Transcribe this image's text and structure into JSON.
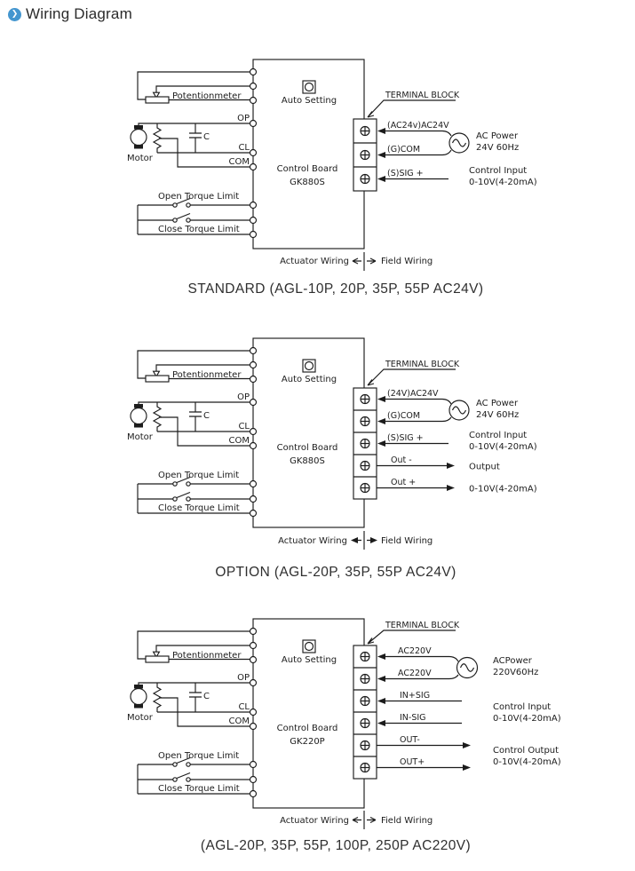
{
  "header": {
    "title": "Wiring Diagram"
  },
  "colors": {
    "accent": "#4496cf",
    "ink": "#1c1c1c"
  },
  "diagrams": [
    {
      "caption": "STANDARD (AGL-10P, 20P, 35P, 55P  AC24V)",
      "left": {
        "potentiometer": "Potentionmeter",
        "motor": "Motor",
        "capacitor": "C",
        "op": "OP",
        "cl": "CL",
        "com": "COM",
        "open_torque": "Open Torque Limit",
        "close_torque": "Close Torque Limit"
      },
      "board": {
        "auto_setting": "Auto Setting",
        "name": "Control Board",
        "model": "GK880S"
      },
      "terminal_block_label": "TERMINAL BLOCK",
      "rows": [
        "(AC24v)AC24V",
        "(G)COM",
        "(S)SIG +"
      ],
      "notes": {
        "power1": "AC Power",
        "power2": "24V 60Hz",
        "input1": "Control Input",
        "input2": "0-10V(4-20mA)"
      },
      "footer": {
        "actuator": "Actuator Wiring",
        "field": "Field Wiring"
      }
    },
    {
      "caption": "OPTION (AGL-20P, 35P, 55P  AC24V)",
      "left": {
        "potentiometer": "Potentionmeter",
        "motor": "Motor",
        "capacitor": "C",
        "op": "OP",
        "cl": "CL",
        "com": "COM",
        "open_torque": "Open Torque Limit",
        "close_torque": "Close Torque Limit"
      },
      "board": {
        "auto_setting": "Auto Setting",
        "name": "Control Board",
        "model": "GK880S"
      },
      "terminal_block_label": "TERMINAL BLOCK",
      "rows": [
        "(24V)AC24V",
        "(G)COM",
        "(S)SIG +",
        "Out -",
        "Out +"
      ],
      "notes": {
        "power1": "AC Power",
        "power2": "24V 60Hz",
        "input1": "Control Input",
        "input2": "0-10V(4-20mA)",
        "output1": "Output",
        "output2": "0-10V(4-20mA)"
      },
      "footer": {
        "actuator": "Actuator Wiring",
        "field": "Field Wiring"
      }
    },
    {
      "caption": "(AGL-20P, 35P, 55P, 100P, 250P  AC220V)",
      "left": {
        "potentiometer": "Potentionmeter",
        "motor": "Motor",
        "capacitor": "C",
        "op": "OP",
        "cl": "CL",
        "com": "COM",
        "open_torque": "Open Torque Limit",
        "close_torque": "Close Torque Limit"
      },
      "board": {
        "auto_setting": "Auto Setting",
        "name": "Control Board",
        "model": "GK220P"
      },
      "terminal_block_label": "TERMINAL BLOCK",
      "rows": [
        "AC220V",
        "AC220V",
        "IN+SIG",
        "IN-SIG",
        "OUT-",
        "OUT+"
      ],
      "notes": {
        "power1": "ACPower",
        "power2": "220V60Hz",
        "input1": "Control Input",
        "input2": "0-10V(4-20mA)",
        "output1": "Control Output",
        "output2": "0-10V(4-20mA)"
      },
      "footer": {
        "actuator": "Actuator Wiring",
        "field": "Field Wiring"
      }
    }
  ]
}
